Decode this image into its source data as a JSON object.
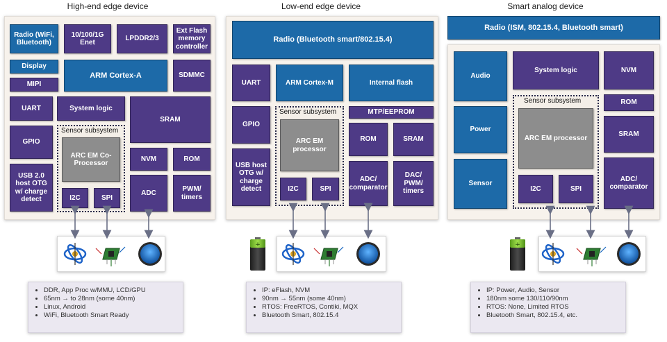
{
  "columns": [
    {
      "title": "High-end edge device",
      "blocks": [
        "Radio (WiFi, Bluetooth)",
        "10/100/1G Enet",
        "LPDDR2/3",
        "Ext Flash memory controller",
        "Display",
        "ARM Cortex-A",
        "SDMMC",
        "MIPI",
        "UART",
        "System logic",
        "SRAM",
        "GPIO",
        "NVM",
        "ROM",
        "USB 2.0 host OTG w/ charge detect",
        "ADC",
        "PWM/ timers"
      ],
      "sensor": {
        "label": "Sensor subsystem",
        "processor": "ARC EM Co-Processor",
        "i2c": "I2C",
        "spi": "SPI"
      },
      "notes": [
        "DDR, App Proc w/MMU, LCD/GPU",
        "65nm → to 28nm (some 40nm)",
        "Linux, Android",
        "WiFi, Bluetooth Smart Ready"
      ]
    },
    {
      "title": "Low-end edge device",
      "blocks": [
        "Radio (Bluetooth smart/802.15.4)",
        "UART",
        "ARM Cortex-M",
        "Internal flash",
        "GPIO",
        "MTP/EEPROM",
        "ROM",
        "SRAM",
        "USB host OTG w/ charge detect",
        "ADC/ comparator",
        "DAC/ PWM/ timers"
      ],
      "sensor": {
        "label": "Sensor subsystem",
        "processor": "ARC EM processor",
        "i2c": "I2C",
        "spi": "SPI"
      },
      "notes": [
        "IP: eFlash, NVM",
        "90nm → 55nm (some 40nm)",
        "RTOS: FreeRTOS, Contiki, MQX",
        "Bluetooth Smart, 802.15.4"
      ]
    },
    {
      "title": "Smart analog device",
      "blocks": [
        "Radio (ISM, 802.15.4, Bluetooth smart)",
        "Audio",
        "System logic",
        "NVM",
        "ROM",
        "Power",
        "SRAM",
        "Sensor",
        "ADC/ comparator"
      ],
      "sensor": {
        "label": "Sensor subsystem",
        "processor": "ARC EM processor",
        "i2c": "I2C",
        "spi": "SPI"
      },
      "notes": [
        "IP: Power, Audio, Sensor",
        "180nm some 130/110/90nm",
        "RTOS: None, Limited RTOS",
        "Bluetooth Smart, 802.15.4, etc."
      ]
    }
  ],
  "icons": [
    "gyroscope-icon",
    "accelerometer-board-icon",
    "compass-icon",
    "battery-icon"
  ],
  "colors": {
    "purple": "#4e3a86",
    "blue": "#1d6aa8",
    "gray": "#8d8d8d",
    "panel": "#f7f2ec",
    "notes": "#ebe8f1"
  }
}
